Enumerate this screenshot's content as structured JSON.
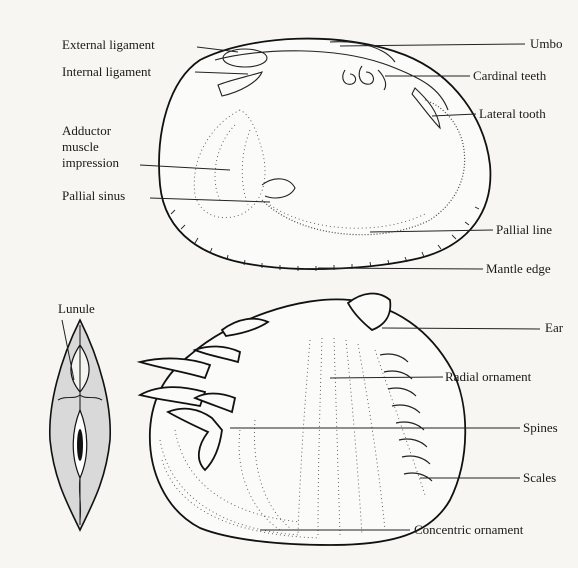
{
  "labels": {
    "external_ligament": "External ligament",
    "umbo": "Umbo",
    "internal_ligament": "Internal ligament",
    "cardinal_teeth": "Cardinal teeth",
    "lateral_tooth": "Lateral tooth",
    "adductor_line1": "Adductor",
    "adductor_line2": "muscle",
    "adductor_line3": "impression",
    "pallial_sinus": "Pallial sinus",
    "pallial_line": "Pallial line",
    "mantle_edge": "Mantle edge",
    "lunule": "Lunule",
    "ear": "Ear",
    "radial_ornament": "Radial ornament",
    "spines": "Spines",
    "scales": "Scales",
    "concentric_ornament": "Concentric ornament"
  },
  "colors": {
    "background": "#f7f6f3",
    "ink": "#1a1a1a",
    "lunule_fill": "#d9d9d9"
  }
}
